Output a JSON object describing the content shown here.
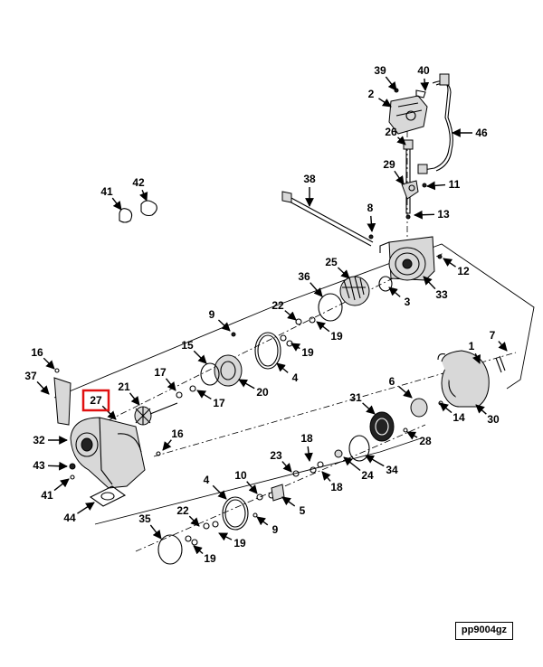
{
  "diagram": {
    "highlight_color": "#e01010",
    "highlighted_callout": "27",
    "reference_code": "pp9004gz",
    "callouts": [
      "39",
      "40",
      "2",
      "46",
      "26",
      "29",
      "11",
      "38",
      "8",
      "13",
      "41",
      "42",
      "25",
      "12",
      "36",
      "33",
      "3",
      "22",
      "9",
      "19",
      "19",
      "15",
      "4",
      "20",
      "16",
      "37",
      "17",
      "17",
      "21",
      "27",
      "16",
      "32",
      "43",
      "41",
      "44",
      "31",
      "6",
      "14",
      "30",
      "1",
      "7",
      "28",
      "34",
      "18",
      "23",
      "24",
      "18",
      "10",
      "4",
      "5",
      "9",
      "35",
      "22",
      "19",
      "19"
    ]
  }
}
